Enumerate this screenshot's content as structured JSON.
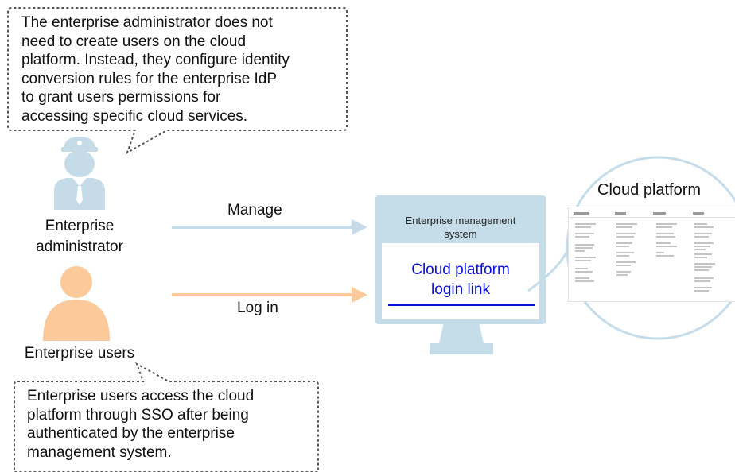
{
  "callouts": {
    "admin_text": "The enterprise administrator does not need to create users on the cloud platform. Instead, they configure identity conversion rules for the enterprise IdP to grant users permissions for accessing specific cloud services.",
    "admin_lines": [
      "The enterprise administrator does not",
      "need to create users on the cloud",
      "platform. Instead, they configure identity",
      "conversion rules for the enterprise IdP",
      "to grant users permissions for",
      "accessing specific cloud services."
    ],
    "users_text": "Enterprise users access the cloud platform through SSO after being authenticated by the enterprise management system.",
    "users_lines": [
      "Enterprise users access the cloud",
      "platform through SSO after being",
      "authenticated by the enterprise",
      "management system."
    ]
  },
  "actors": {
    "admin_line1": "Enterprise",
    "admin_line2": "administrator",
    "users_label": "Enterprise users"
  },
  "arrows": {
    "manage_label": "Manage",
    "login_label": "Log in"
  },
  "monitor": {
    "ems_line1": "Enterprise management",
    "ems_line2": "system",
    "link_line1": "Cloud platform",
    "link_line2": "login link"
  },
  "cloud": {
    "title": "Cloud platform"
  },
  "colors": {
    "admin_blue": "#c5dbe8",
    "user_orange": "#fbc99a",
    "monitor_blue": "#c5dce9",
    "link_blue": "#0a10d8",
    "callout_border": "#555555"
  },
  "icons": {
    "admin": "administrator-person-icon",
    "user": "user-person-icon",
    "monitor": "monitor-icon"
  }
}
